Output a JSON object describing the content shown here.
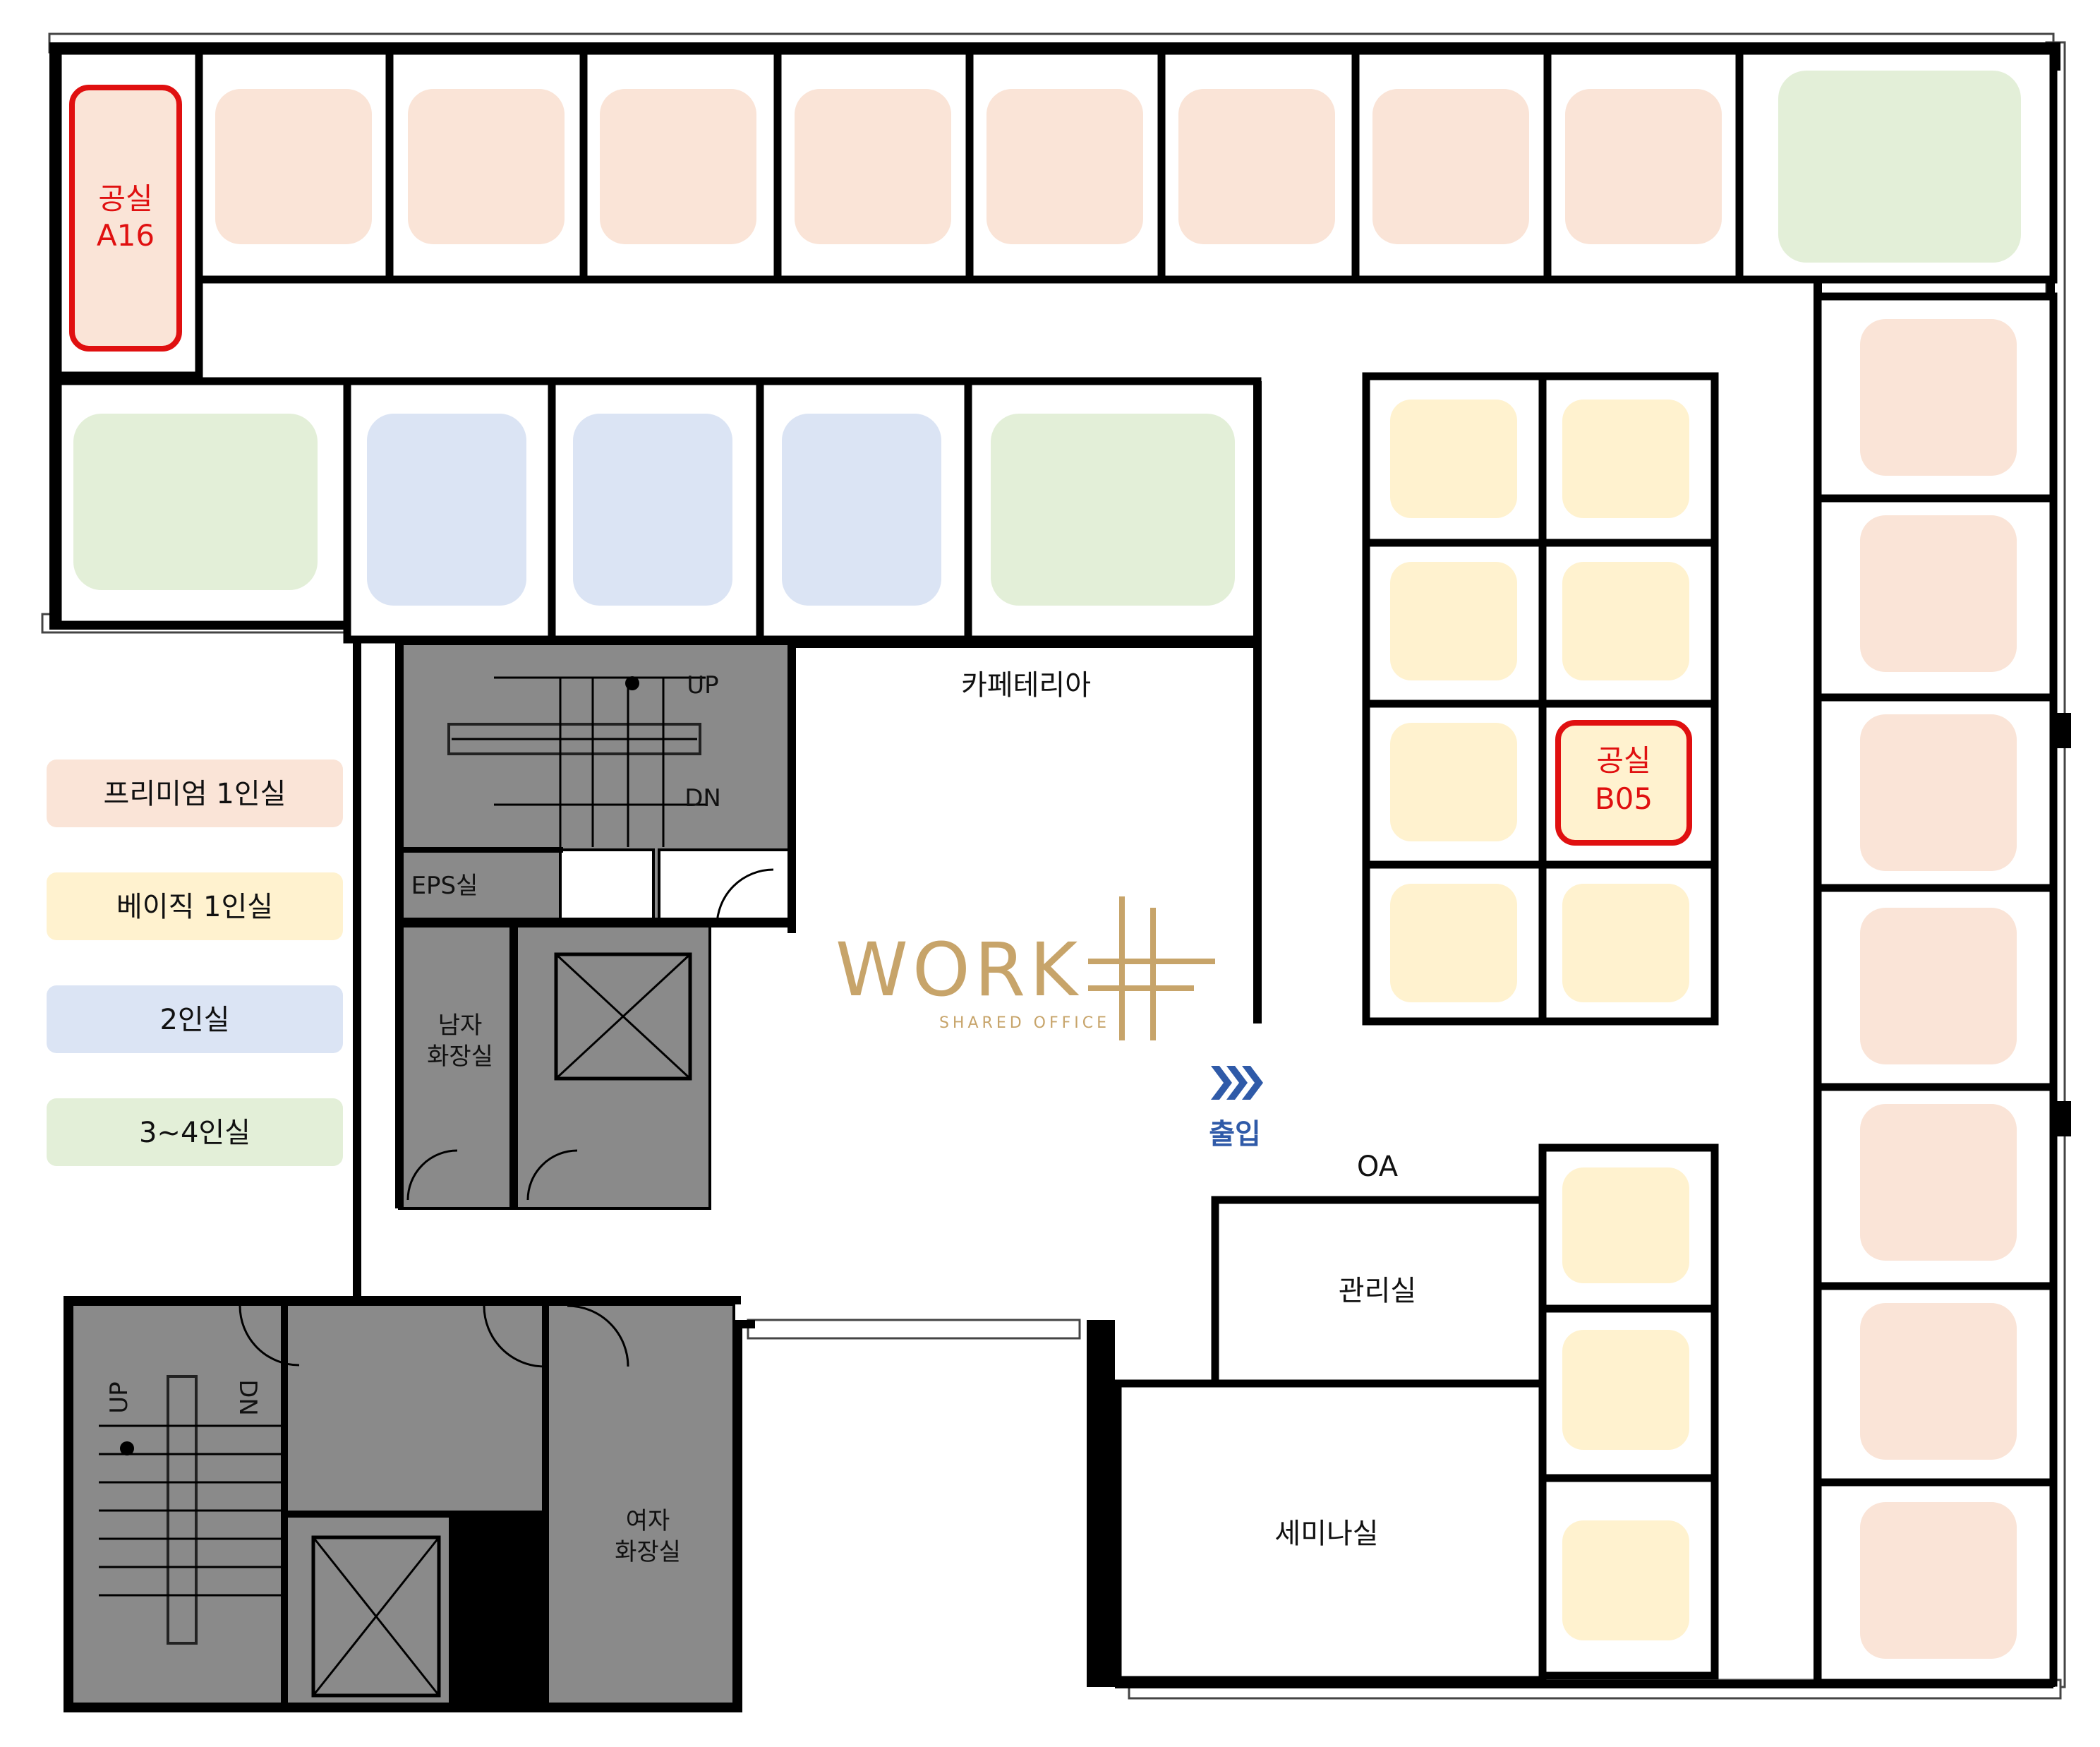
{
  "colors": {
    "premium": "#fae4d7",
    "basic": "#fff2cf",
    "double": "#dbe4f4",
    "group": "#e3efd8",
    "vacant_outline": "#e01010",
    "service_gray": "#8a8a8a",
    "brand_gold": "#c7a46a",
    "entrance_blue": "#2f5aa8"
  },
  "legend": [
    {
      "label": "프리미엄 1인실",
      "color": "#fae4d7"
    },
    {
      "label": "베이직 1인실",
      "color": "#fff2cf"
    },
    {
      "label": "2인실",
      "color": "#dbe4f4"
    },
    {
      "label": "3~4인실",
      "color": "#e3efd8"
    }
  ],
  "vacancies": [
    {
      "line1": "공실",
      "line2": "A16"
    },
    {
      "line1": "공실",
      "line2": "B05"
    }
  ],
  "labels": {
    "cafeteria": "카페테리아",
    "stairs_up": "UP",
    "stairs_dn": "DN",
    "eps": "EPS실",
    "mens_line1": "남자",
    "mens_line2": "화장실",
    "womens_line1": "여자",
    "womens_line2": "화장실",
    "entrance": "출입",
    "oa": "OA",
    "management": "관리실",
    "seminar": "세미나실"
  },
  "brand": {
    "name": "WORK",
    "tagline": "SHARED OFFICE"
  }
}
